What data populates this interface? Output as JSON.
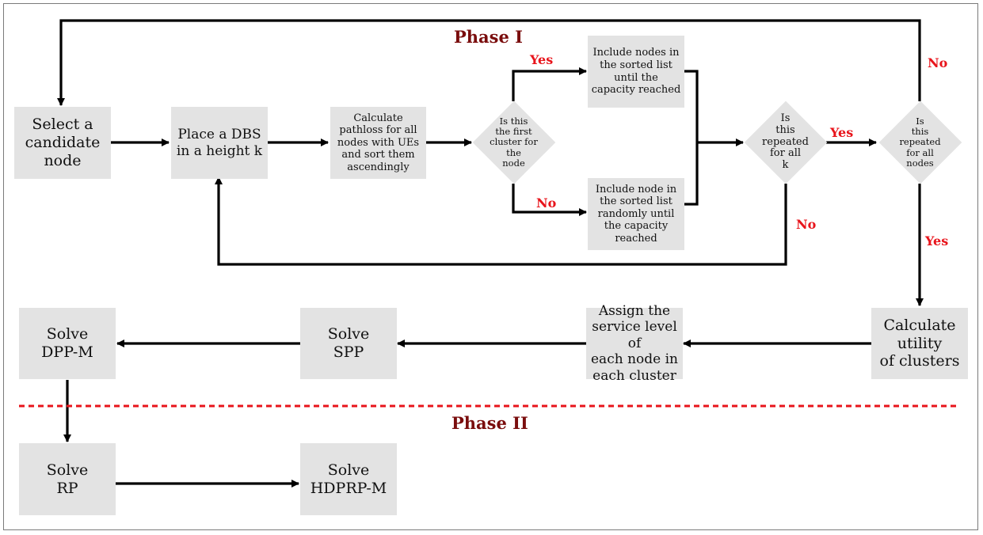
{
  "phases": {
    "phase1": "Phase I",
    "phase2": "Phase II"
  },
  "nodes": {
    "select": "Select a\ncandidate\nnode",
    "place": "Place a DBS\nin a height k",
    "calc_pathloss": "Calculate\npathloss for all\nnodes with UEs\nand sort them\nascendingly",
    "first_cluster": "Is this\nthe first\ncluster for\nthe\nnode",
    "include_sorted": "Include nodes in\nthe sorted list\nuntil the\ncapacity reached",
    "include_random": "Include node in\nthe sorted list\nrandomly until\nthe capacity\nreached",
    "repeated_k": "Is\nthis\nrepeated\nfor all\nk",
    "repeated_nodes": "Is\nthis\nrepeated\nfor all\nnodes",
    "calc_utility": "Calculate\nutility\nof clusters",
    "assign_service": "Assign the\nservice level of\neach node in\neach cluster",
    "solve_spp": "Solve\nSPP",
    "solve_dppm": "Solve\nDPP-M",
    "solve_rp": "Solve\nRP",
    "solve_hdprpm": "Solve\nHDPRP-M"
  },
  "edge_labels": {
    "yes_first": "Yes",
    "no_first": "No",
    "yes_k": "Yes",
    "no_k": "No",
    "no_nodes": "No",
    "yes_nodes": "Yes"
  },
  "colors": {
    "box_fill": "#e3e3e3",
    "arrow": "#000000",
    "label_red": "#e8141b",
    "phase_color": "#7a0d0d",
    "divider": "#e8141b"
  }
}
